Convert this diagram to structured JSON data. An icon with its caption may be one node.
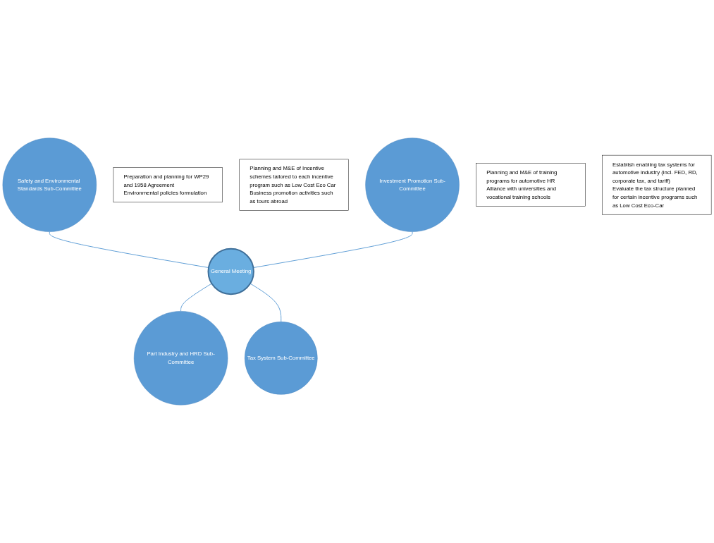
{
  "diagram": {
    "nodes": [
      {
        "text": [
          "Safety and Environmental Standards Sub-Committee"
        ]
      },
      {
        "text": [
          "Preparation and planning for WP29 and 1958 Agreement",
          "Environmental policies formulation"
        ]
      },
      {
        "text": [
          "Planning and M&E of Incentive schemes tailored to each incentive program such as Low Cost Eco Car",
          "Business promotion activities such as tours abroad"
        ]
      },
      {
        "text": [
          "Investment Promotion Sub-Committee"
        ]
      },
      {
        "text": [
          "General Meeting"
        ]
      },
      {
        "text": [
          "Part Industry and HRD Sub-Committee"
        ]
      },
      {
        "text": [
          "Planning and M&E of training programs for automotive HR",
          "Alliance with universities and vocational training schools"
        ]
      },
      {
        "text": [
          "Establish enabling tax systems for automotive industry (incl. FED, RD, corporate tax, and tariff)",
          "Evaluate the tax structure planned for certain incentive programs such as Low Cost Eco-Car"
        ]
      },
      {
        "text": [
          "Tax System Sub-Committee"
        ]
      }
    ],
    "edges": [
      {
        "from": 0,
        "to": 4,
        "arrow": "none"
      },
      {
        "from": 3,
        "to": 4,
        "arrow": "none"
      },
      {
        "from": 4,
        "to": 5,
        "arrow": "none"
      },
      {
        "from": 4,
        "to": 8,
        "arrow": "none"
      }
    ]
  }
}
